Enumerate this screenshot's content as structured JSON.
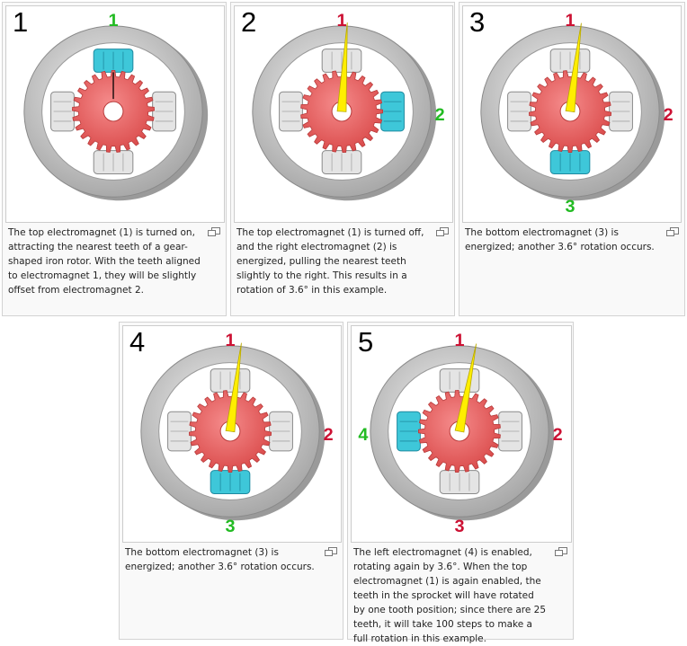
{
  "colors": {
    "active": "#3ec7d9",
    "rotor": "#e85e5e",
    "pointer": "#ffee00",
    "label_green": "#22bb22",
    "label_red": "#cc1133",
    "ring": "#c4c4c4"
  },
  "panels": [
    {
      "step": "1",
      "labels": [
        {
          "id": "top",
          "text": "1",
          "color": "green"
        }
      ],
      "active_magnets": [
        "top"
      ],
      "pointer_angle": 0,
      "caption": "The top electromagnet (1) is turned on, attracting the nearest teeth of a gear-shaped iron rotor. With the teeth aligned to electromagnet 1, they will be slightly offset from electromagnet 2."
    },
    {
      "step": "2",
      "labels": [
        {
          "id": "top",
          "text": "1",
          "color": "red"
        },
        {
          "id": "right",
          "text": "2",
          "color": "green"
        }
      ],
      "active_magnets": [
        "right"
      ],
      "pointer_angle": 3.6,
      "caption": "The top electromagnet (1) is turned off, and the right electromagnet (2) is energized, pulling the nearest teeth slightly to the right. This results in a rotation of 3.6° in this example."
    },
    {
      "step": "3",
      "labels": [
        {
          "id": "top",
          "text": "1",
          "color": "red"
        },
        {
          "id": "right",
          "text": "2",
          "color": "red"
        },
        {
          "id": "bottom",
          "text": "3",
          "color": "green"
        }
      ],
      "active_magnets": [
        "bottom"
      ],
      "pointer_angle": 7.2,
      "caption": "The bottom electromagnet (3) is energized; another 3.6° rotation occurs."
    },
    {
      "step": "4",
      "labels": [
        {
          "id": "top",
          "text": "1",
          "color": "red"
        },
        {
          "id": "right",
          "text": "2",
          "color": "red"
        },
        {
          "id": "bottom",
          "text": "3",
          "color": "green"
        }
      ],
      "active_magnets": [
        "bottom"
      ],
      "pointer_angle": 7.2,
      "caption": "The bottom electromagnet (3) is energized; another 3.6° rotation occurs."
    },
    {
      "step": "5",
      "labels": [
        {
          "id": "top",
          "text": "1",
          "color": "red"
        },
        {
          "id": "right",
          "text": "2",
          "color": "red"
        },
        {
          "id": "bottom",
          "text": "3",
          "color": "red"
        },
        {
          "id": "left",
          "text": "4",
          "color": "green"
        }
      ],
      "active_magnets": [
        "left"
      ],
      "pointer_angle": 10.8,
      "caption": "The left electromagnet (4) is enabled, rotating again by 3.6°. When the top electromagnet (1) is again enabled, the teeth in the sprocket will have rotated by one tooth position; since there are 25 teeth, it will take 100 steps to make a full rotation in this example."
    }
  ]
}
